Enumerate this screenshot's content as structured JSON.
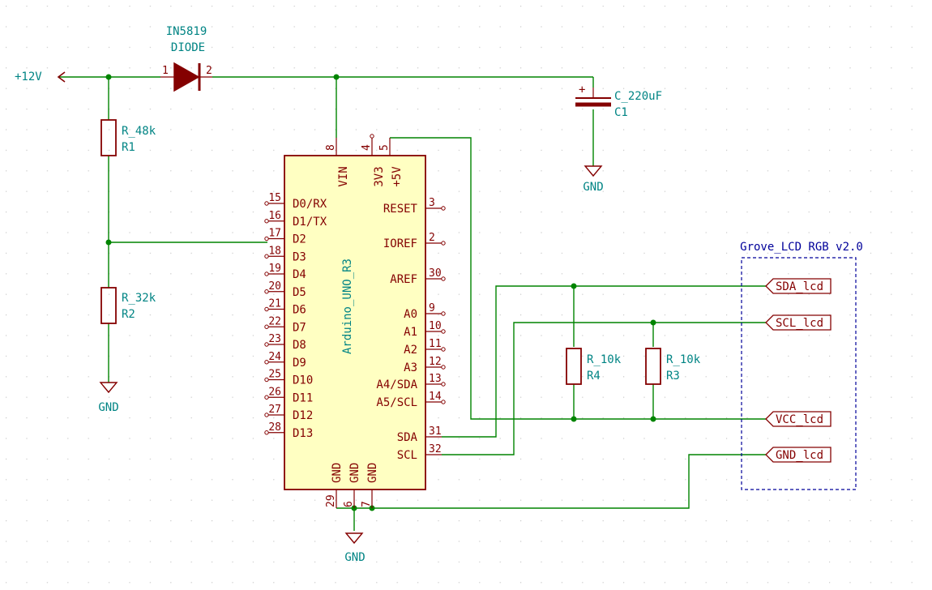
{
  "colors": {
    "wire": "#008400",
    "component": "#840000",
    "component_fill": "#ffffc2",
    "label_text": "#008484",
    "border": "#00009a",
    "junction": "#008400"
  },
  "power": {
    "v12": "+12V",
    "gnd": "GND"
  },
  "diode": {
    "value": "IN5819",
    "ref": "DIODE",
    "pin1": "1",
    "pin2": "2"
  },
  "capacitor": {
    "value": "C_220uF",
    "ref": "C1",
    "polarity": "+"
  },
  "resistors": {
    "r1": {
      "value": "R_48k",
      "ref": "R1"
    },
    "r2": {
      "value": "R_32k",
      "ref": "R2"
    },
    "r3": {
      "value": "R_10k",
      "ref": "R3"
    },
    "r4": {
      "value": "R_10k",
      "ref": "R4"
    }
  },
  "arduino": {
    "name": "Arduino_UNO_R3",
    "top_pins": [
      {
        "label": "VIN",
        "num": "8"
      },
      {
        "label": "3V3",
        "num": "4"
      },
      {
        "label": "+5V",
        "num": "5"
      }
    ],
    "left_pins": [
      {
        "label": "D0/RX",
        "num": "15"
      },
      {
        "label": "D1/TX",
        "num": "16"
      },
      {
        "label": "D2",
        "num": "17"
      },
      {
        "label": "D3",
        "num": "18"
      },
      {
        "label": "D4",
        "num": "19"
      },
      {
        "label": "D5",
        "num": "20"
      },
      {
        "label": "D6",
        "num": "21"
      },
      {
        "label": "D7",
        "num": "22"
      },
      {
        "label": "D8",
        "num": "23"
      },
      {
        "label": "D9",
        "num": "24"
      },
      {
        "label": "D10",
        "num": "25"
      },
      {
        "label": "D11",
        "num": "26"
      },
      {
        "label": "D12",
        "num": "27"
      },
      {
        "label": "D13",
        "num": "28"
      }
    ],
    "right_pins": [
      {
        "label": "RESET",
        "num": "3"
      },
      {
        "label": "IOREF",
        "num": "2"
      },
      {
        "label": "AREF",
        "num": "30"
      },
      {
        "label": "A0",
        "num": "9"
      },
      {
        "label": "A1",
        "num": "10"
      },
      {
        "label": "A2",
        "num": "11"
      },
      {
        "label": "A3",
        "num": "12"
      },
      {
        "label": "A4/SDA",
        "num": "13"
      },
      {
        "label": "A5/SCL",
        "num": "14"
      },
      {
        "label": "SDA",
        "num": "31"
      },
      {
        "label": "SCL",
        "num": "32"
      }
    ],
    "bottom_pins": [
      {
        "label": "GND",
        "num": "29"
      },
      {
        "label": "GND",
        "num": "6"
      },
      {
        "label": "GND",
        "num": "7"
      }
    ]
  },
  "grove": {
    "title": "Grove_LCD RGB v2.0",
    "labels": [
      "SDA_lcd",
      "SCL_lcd",
      "VCC_lcd",
      "GND_lcd"
    ]
  }
}
